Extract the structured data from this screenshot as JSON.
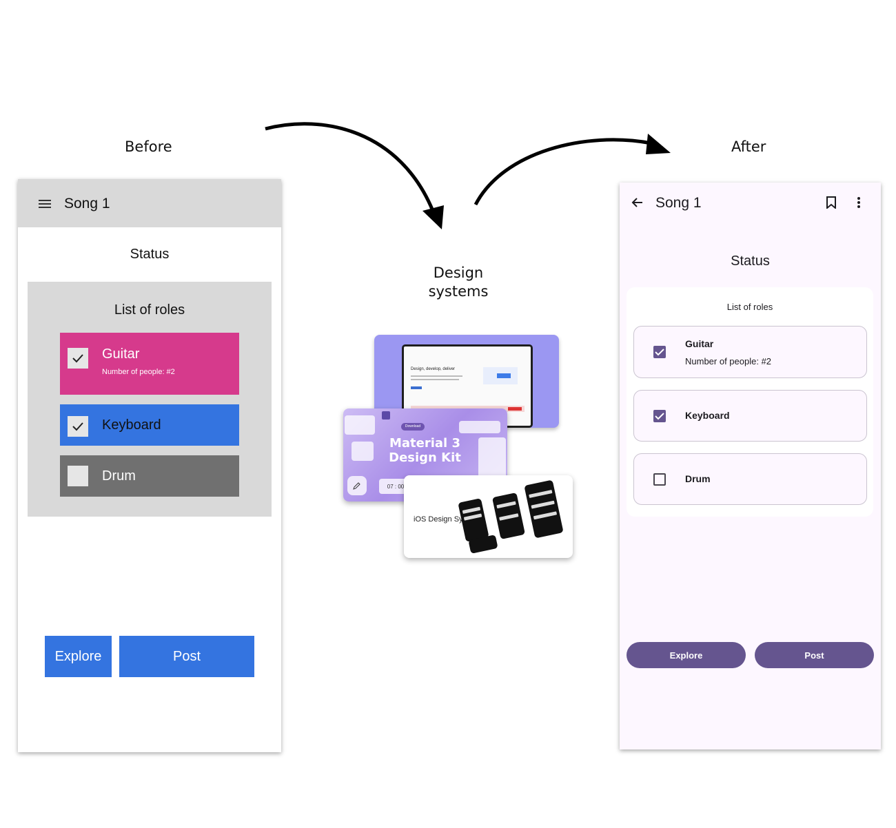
{
  "labels": {
    "before": "Before",
    "after": "After",
    "center_line1": "Design",
    "center_line2": "systems"
  },
  "before_phone": {
    "title": "Song 1",
    "status": "Status",
    "list_title": "List of roles",
    "items": [
      {
        "label": "Guitar",
        "sub": "Number of people: #2",
        "checked": true,
        "color": "#d63a8c"
      },
      {
        "label": "Keyboard",
        "checked": true,
        "color": "#3474e0"
      },
      {
        "label": "Drum",
        "checked": false,
        "color": "#707070"
      }
    ],
    "buttons": {
      "explore": "Explore",
      "post": "Post"
    },
    "colors": {
      "appbar": "#d9d9d9",
      "button": "#3474e0"
    }
  },
  "collage": {
    "laptop_heading": "Design, develop, deliver",
    "m3_download": "Download",
    "m3_title": "Material 3 Design Kit",
    "m3_time": "07 : 00",
    "ios_label": "iOS Design System"
  },
  "after_phone": {
    "title": "Song 1",
    "status": "Status",
    "list_title": "List of roles",
    "items": [
      {
        "label": "Guitar",
        "sub": "Number of people: #2",
        "checked": true
      },
      {
        "label": "Keyboard",
        "checked": true
      },
      {
        "label": "Drum",
        "checked": false
      }
    ],
    "buttons": {
      "explore": "Explore",
      "post": "Post"
    },
    "icons": [
      "arrow-back-icon",
      "bookmark-icon",
      "more-vert-icon"
    ],
    "colors": {
      "primary": "#65558f",
      "surface": "#fdf7ff"
    }
  }
}
